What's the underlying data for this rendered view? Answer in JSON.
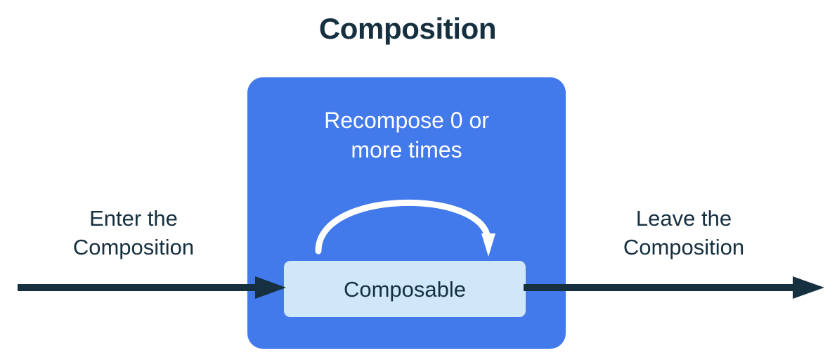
{
  "diagram": {
    "title": "Composition",
    "colors": {
      "background": "#ffffff",
      "composition_region": "#4279eb",
      "composable_node": "#d0e6f9",
      "text_dark": "#16303f",
      "text_light": "#ffffff",
      "arrow_dark": "#16303f",
      "loop_arrow": "#ffffff"
    },
    "composition_region": {
      "name": "Composition",
      "recompose_label": "Recompose 0 or\nmore times",
      "loop_arrow": {
        "icon": "curved-loop-arrow-icon",
        "direction": "clockwise",
        "label": "Recompose 0 or more times"
      },
      "node": {
        "label": "Composable"
      }
    },
    "flow": {
      "enter": {
        "caption": "Enter the\nComposition",
        "icon": "arrow-right-icon"
      },
      "leave": {
        "caption": "Leave the\nComposition",
        "icon": "arrow-right-icon"
      }
    }
  }
}
